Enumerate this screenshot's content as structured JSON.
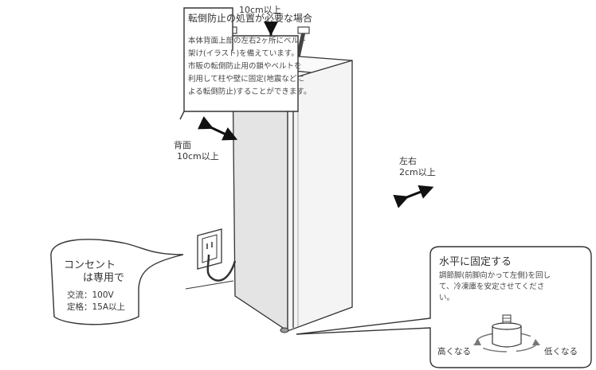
{
  "top_clearance": "10cm以上",
  "back_clearance": {
    "line1": "背面",
    "line2": "10cm以上"
  },
  "side_clearance": {
    "line1": "左右",
    "line2": "2cm以上"
  },
  "tip_prevention": {
    "title": "転倒防止の処置が必要な場合",
    "lines": [
      "本体背面上部の左右2ヶ所にベルト",
      "架け(イラスト)を備えています。",
      "市販の転倒防止用の鎖やベルトを",
      "利用して柱や壁に固定(地震などに",
      "よる転倒防止)することができます。"
    ]
  },
  "outlet": {
    "line1": "コンセント",
    "line2": "は専用で",
    "voltage": "交流：100V",
    "rating": "定格：15A以上"
  },
  "leveling": {
    "title": "水平に固定する",
    "lines": [
      "調節脚(前脚向かって左側)を回し",
      "て、冷凍庫を安定させてくださ",
      "い。"
    ],
    "higher": "高くなる",
    "lower": "低くなる"
  },
  "colors": {
    "line": "#333333",
    "fill_side": "#e4e4e4",
    "fill_front": "#f4f4f4",
    "arrow": "#111111"
  }
}
